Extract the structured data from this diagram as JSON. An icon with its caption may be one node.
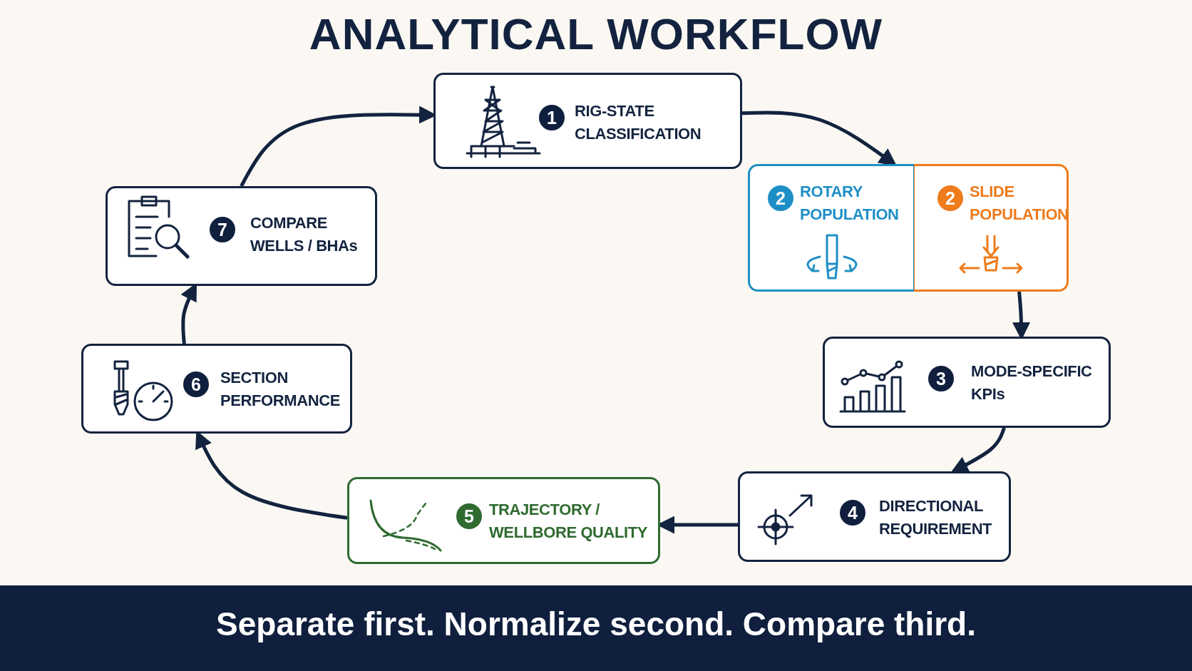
{
  "diagram": {
    "title": "ANALYTICAL WORKFLOW",
    "caption": "Separate first. Normalize second. Compare third.",
    "nodes": [
      {
        "text": [
          "1",
          "RIG-STATE CLASSIFICATION"
        ]
      },
      {
        "text": [
          "2",
          "ROTARY POPULATION"
        ]
      },
      {
        "text": [
          "2",
          "SLIDE POPULATION"
        ]
      },
      {
        "text": [
          "3",
          "MODE-SPECIFIC KPIs"
        ]
      },
      {
        "text": [
          "4",
          "DIRECTIONAL REQUIREMENT"
        ]
      },
      {
        "text": [
          "5",
          "TRAJECTORY / WELLBORE QUALITY"
        ]
      },
      {
        "text": [
          "6",
          "SECTION PERFORMANCE"
        ]
      },
      {
        "text": [
          "7",
          "COMPARE WELLS / BHAs"
        ]
      }
    ],
    "edges": [
      {
        "from": 0,
        "to": 1,
        "arrow": "to"
      },
      {
        "from": 2,
        "to": 3,
        "arrow": "to"
      },
      {
        "from": 3,
        "to": 4,
        "arrow": "to"
      },
      {
        "from": 4,
        "to": 5,
        "arrow": "to"
      },
      {
        "from": 5,
        "to": 6,
        "arrow": "to"
      },
      {
        "from": 6,
        "to": 7,
        "arrow": "to"
      },
      {
        "from": 7,
        "to": 0,
        "arrow": "to"
      }
    ]
  }
}
